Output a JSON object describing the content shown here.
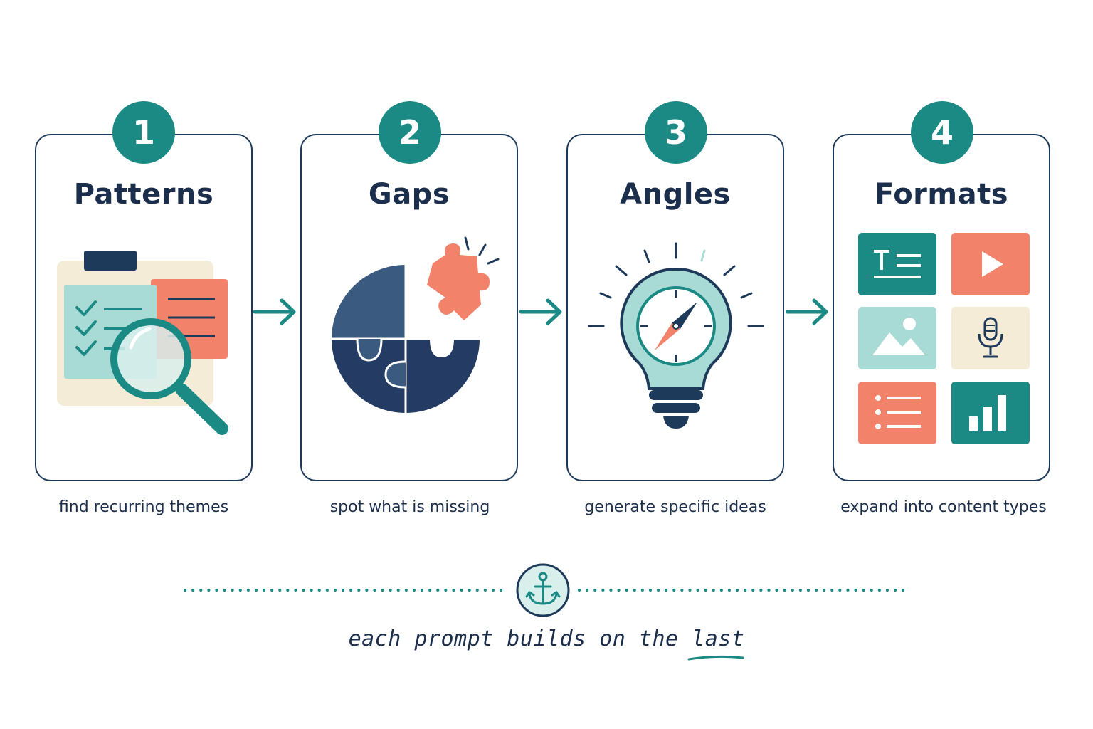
{
  "steps": [
    {
      "number": "1",
      "title": "Patterns",
      "caption": "find recurring themes"
    },
    {
      "number": "2",
      "title": "Gaps",
      "caption": "spot what is missing"
    },
    {
      "number": "3",
      "title": "Angles",
      "caption": "generate specific ideas"
    },
    {
      "number": "4",
      "title": "Formats",
      "caption": "expand into content types"
    }
  ],
  "footer": {
    "text_main": "each prompt builds on the ",
    "text_emph": "last"
  },
  "icons": {
    "step1": "clipboard-magnifier-icon",
    "step2": "puzzle-icon",
    "step3": "lightbulb-compass-icon",
    "step4": [
      "text-format-icon",
      "video-format-icon",
      "image-format-icon",
      "audio-format-icon",
      "list-format-icon",
      "chart-format-icon"
    ],
    "footer": "anchor-icon"
  },
  "colors": {
    "teal": "#1b8a84",
    "navy": "#1e3a5a",
    "coral": "#f2826a",
    "mint": "#a9dbd6",
    "cream": "#f5ecd8"
  }
}
